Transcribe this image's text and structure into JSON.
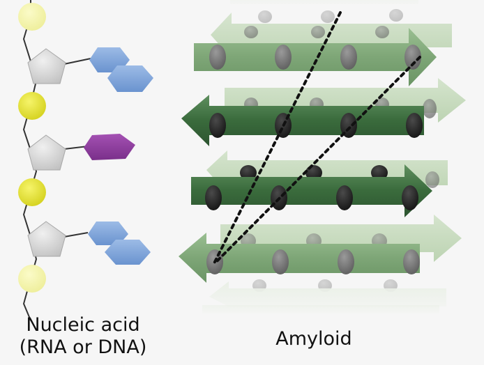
{
  "captions": {
    "nucleic_line1": "Nucleic acid",
    "nucleic_line2": "(RNA or DNA)",
    "amyloid": "Amyloid"
  },
  "colors": {
    "background": "#f6f6f6",
    "phosphate": "#e3e02a",
    "sugar": "#c8c8c8",
    "base_blue": "#7aa2d8",
    "base_purple": "#8b3d9c",
    "strand_dark": "#3a6b3c",
    "strand_light": "#a8c49c",
    "side_chain": "#222222"
  },
  "icons": {
    "phosphate": "yellow-circle",
    "sugar": "grey-pentagon",
    "base": "hexagon",
    "beta_strand": "arrow",
    "axis": "dotted-line"
  }
}
